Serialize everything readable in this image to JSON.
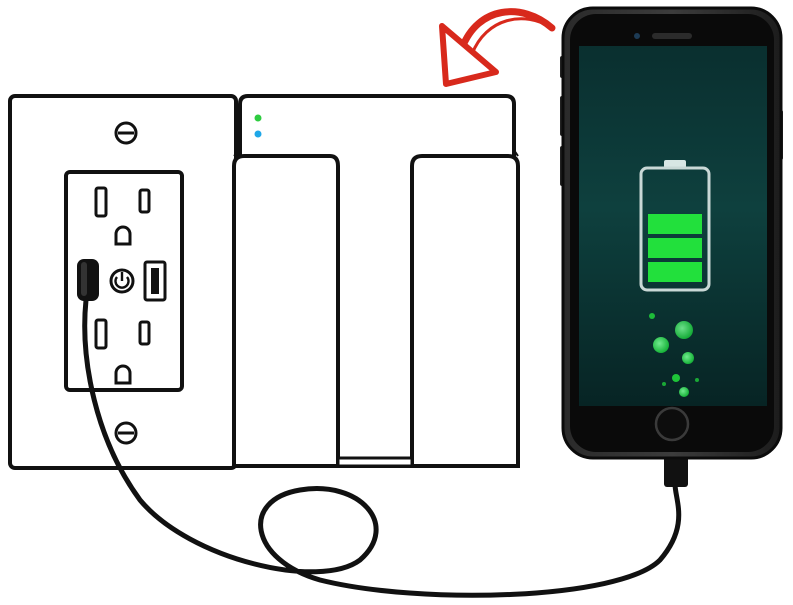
{
  "illustration": {
    "subject": "wall-outlet-phone-charger",
    "outlet": {
      "outlets_count": 2,
      "usb_ports": 1,
      "led_colors": [
        "#2ecc40",
        "#1ea7e8"
      ]
    },
    "phone": {
      "battery_level": 1.0,
      "battery_bars": 3,
      "battery_color": "#22e03c",
      "screen_color": "#0d3a38"
    },
    "arrow": {
      "color": "#d8291c",
      "direction": "left-down"
    },
    "cable": {
      "color": "#111111"
    }
  }
}
